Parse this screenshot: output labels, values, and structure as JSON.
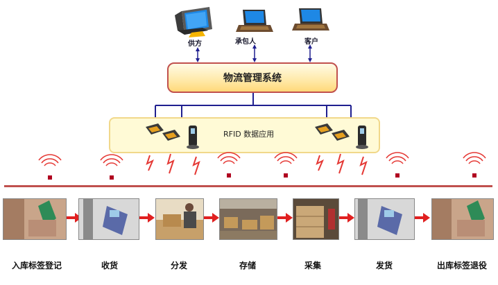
{
  "top_nodes": [
    {
      "label": "供方",
      "icon": "crt-monitor-icon"
    },
    {
      "label": "承包人",
      "icon": "laptop-icon"
    },
    {
      "label": "客户",
      "icon": "laptop-icon"
    }
  ],
  "system": {
    "label": "物流管理系统"
  },
  "rfid": {
    "label": "RFID 数据应用"
  },
  "stages": [
    {
      "label": "入库标签登记"
    },
    {
      "label": "收货"
    },
    {
      "label": "分发"
    },
    {
      "label": "存储"
    },
    {
      "label": "采集"
    },
    {
      "label": "发货"
    },
    {
      "label": "出库标签退役"
    }
  ],
  "colors": {
    "box_border": "#c0504d",
    "connector_blue": "#1f1f8f",
    "signal_red": "#e53935",
    "baseline": "#c0504d",
    "flow_arrow": "#e02020"
  }
}
